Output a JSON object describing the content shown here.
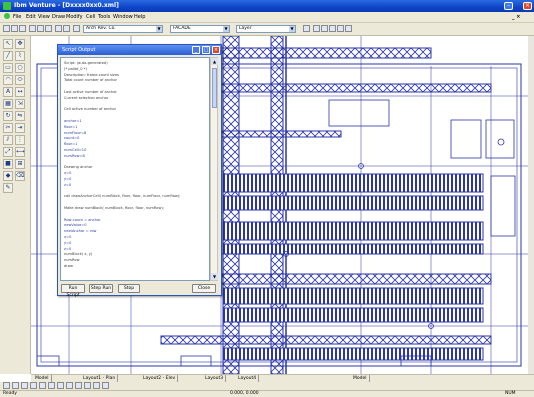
{
  "window": {
    "title": "Ibm Venture - [Dxxxx0xx0.xml]"
  },
  "menu": [
    "File",
    "Edit",
    "View",
    "Draw",
    "Modify",
    "Cell",
    "Tools",
    "Window",
    "Help"
  ],
  "toolbar": {
    "combos": [
      {
        "value": "Arch Rev. Co."
      },
      {
        "value": "FACADE"
      },
      {
        "value": "Layer"
      }
    ]
  },
  "script_window": {
    "title": "Script Output",
    "lines": [
      "Script: (auto-generated) ",
      "(* pallet_0 *)",
      "Description: frame-count sizes",
      "Total count number of anchor",
      "",
      "Last active number of anchor",
      "Current selection anchor",
      "",
      "Cell active number of anchor",
      "",
      "anchor=1",
      "floor=1",
      "numFloor=8",
      "count=0",
      "floor=1",
      "numCell=10",
      "numRow=8",
      "",
      "Drawing anchor",
      "x=0",
      "y=0",
      "z=0",
      "",
      "call drawAnchorCell( numBlock, floor, floor, numFloor, numRow);",
      "",
      "Make draw numBlock( numBlock, floor, floor, numRow);",
      "",
      "Row-count = anchor",
      "newValue=0",
      "nextAnchor = row",
      "x=0",
      "y=0",
      "z=0",
      "numBlock( x, y)",
      "numRow",
      "draw",
      ""
    ],
    "buttons": {
      "run": "Run Script",
      "step": "Step Run",
      "stop": "Stop",
      "close": "Close"
    }
  },
  "tabs": [
    "Model",
    "Layout1 - Plan",
    "Layout2 - Elev",
    "Layout3",
    "Layout4",
    "Model"
  ],
  "status": {
    "left": "Ready",
    "mid": "0.000, 0.000",
    "right": "NUM"
  },
  "colors": {
    "titlebar": "#0f45c9",
    "drawing_ink": "#2b35a6",
    "chrome": "#ece9d8"
  }
}
